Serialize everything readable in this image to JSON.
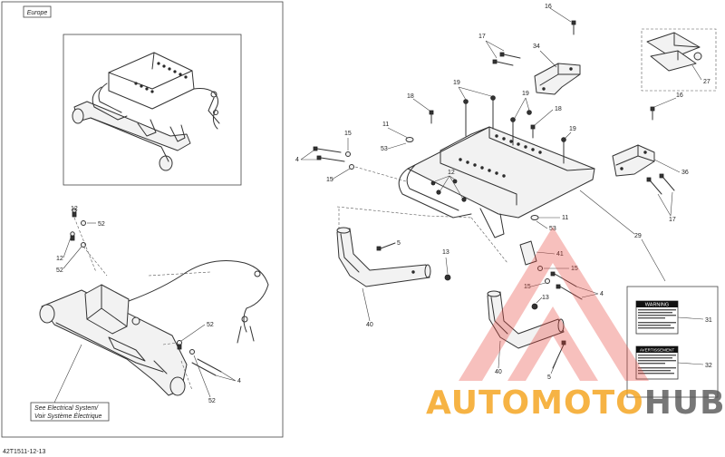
{
  "region_label": "Europe",
  "electrical_note": {
    "line1": "See Electrical System/",
    "line2": "Voir Système Électrique"
  },
  "drawing_code": "42T1511-12-13",
  "decals": {
    "warning_title": "WARNING",
    "advertissement_title": "AVERTISSEMENT"
  },
  "watermark": {
    "part1": "AUTOMOTO",
    "part2": "HUB",
    "color1": "#f5a623",
    "color2": "#555555",
    "logo_color": "#e8453c"
  },
  "callouts": {
    "c16a": "16",
    "c17a": "17",
    "c34": "34",
    "c27": "27",
    "c18a": "18",
    "c19a": "19",
    "c19b": "19",
    "c18b": "18",
    "c16b": "16",
    "c11a": "11",
    "c53a": "53",
    "c15a": "15",
    "c4a": "4",
    "c15b": "15",
    "c12r": "12",
    "c19c": "19",
    "c36": "36",
    "c17b": "17",
    "c11b": "11",
    "c53b": "53",
    "c29": "29",
    "c5a": "5",
    "c13a": "13",
    "c41": "41",
    "c15c": "15",
    "c15d": "15",
    "c4b": "4",
    "c13b": "13",
    "c40a": "40",
    "c40b": "40",
    "c5b": "5",
    "c31": "31",
    "c32": "32",
    "c12a": "12",
    "c52a": "52",
    "c12b": "12",
    "c52b": "52",
    "c52c": "52",
    "c4c": "4",
    "c52d": "52"
  }
}
